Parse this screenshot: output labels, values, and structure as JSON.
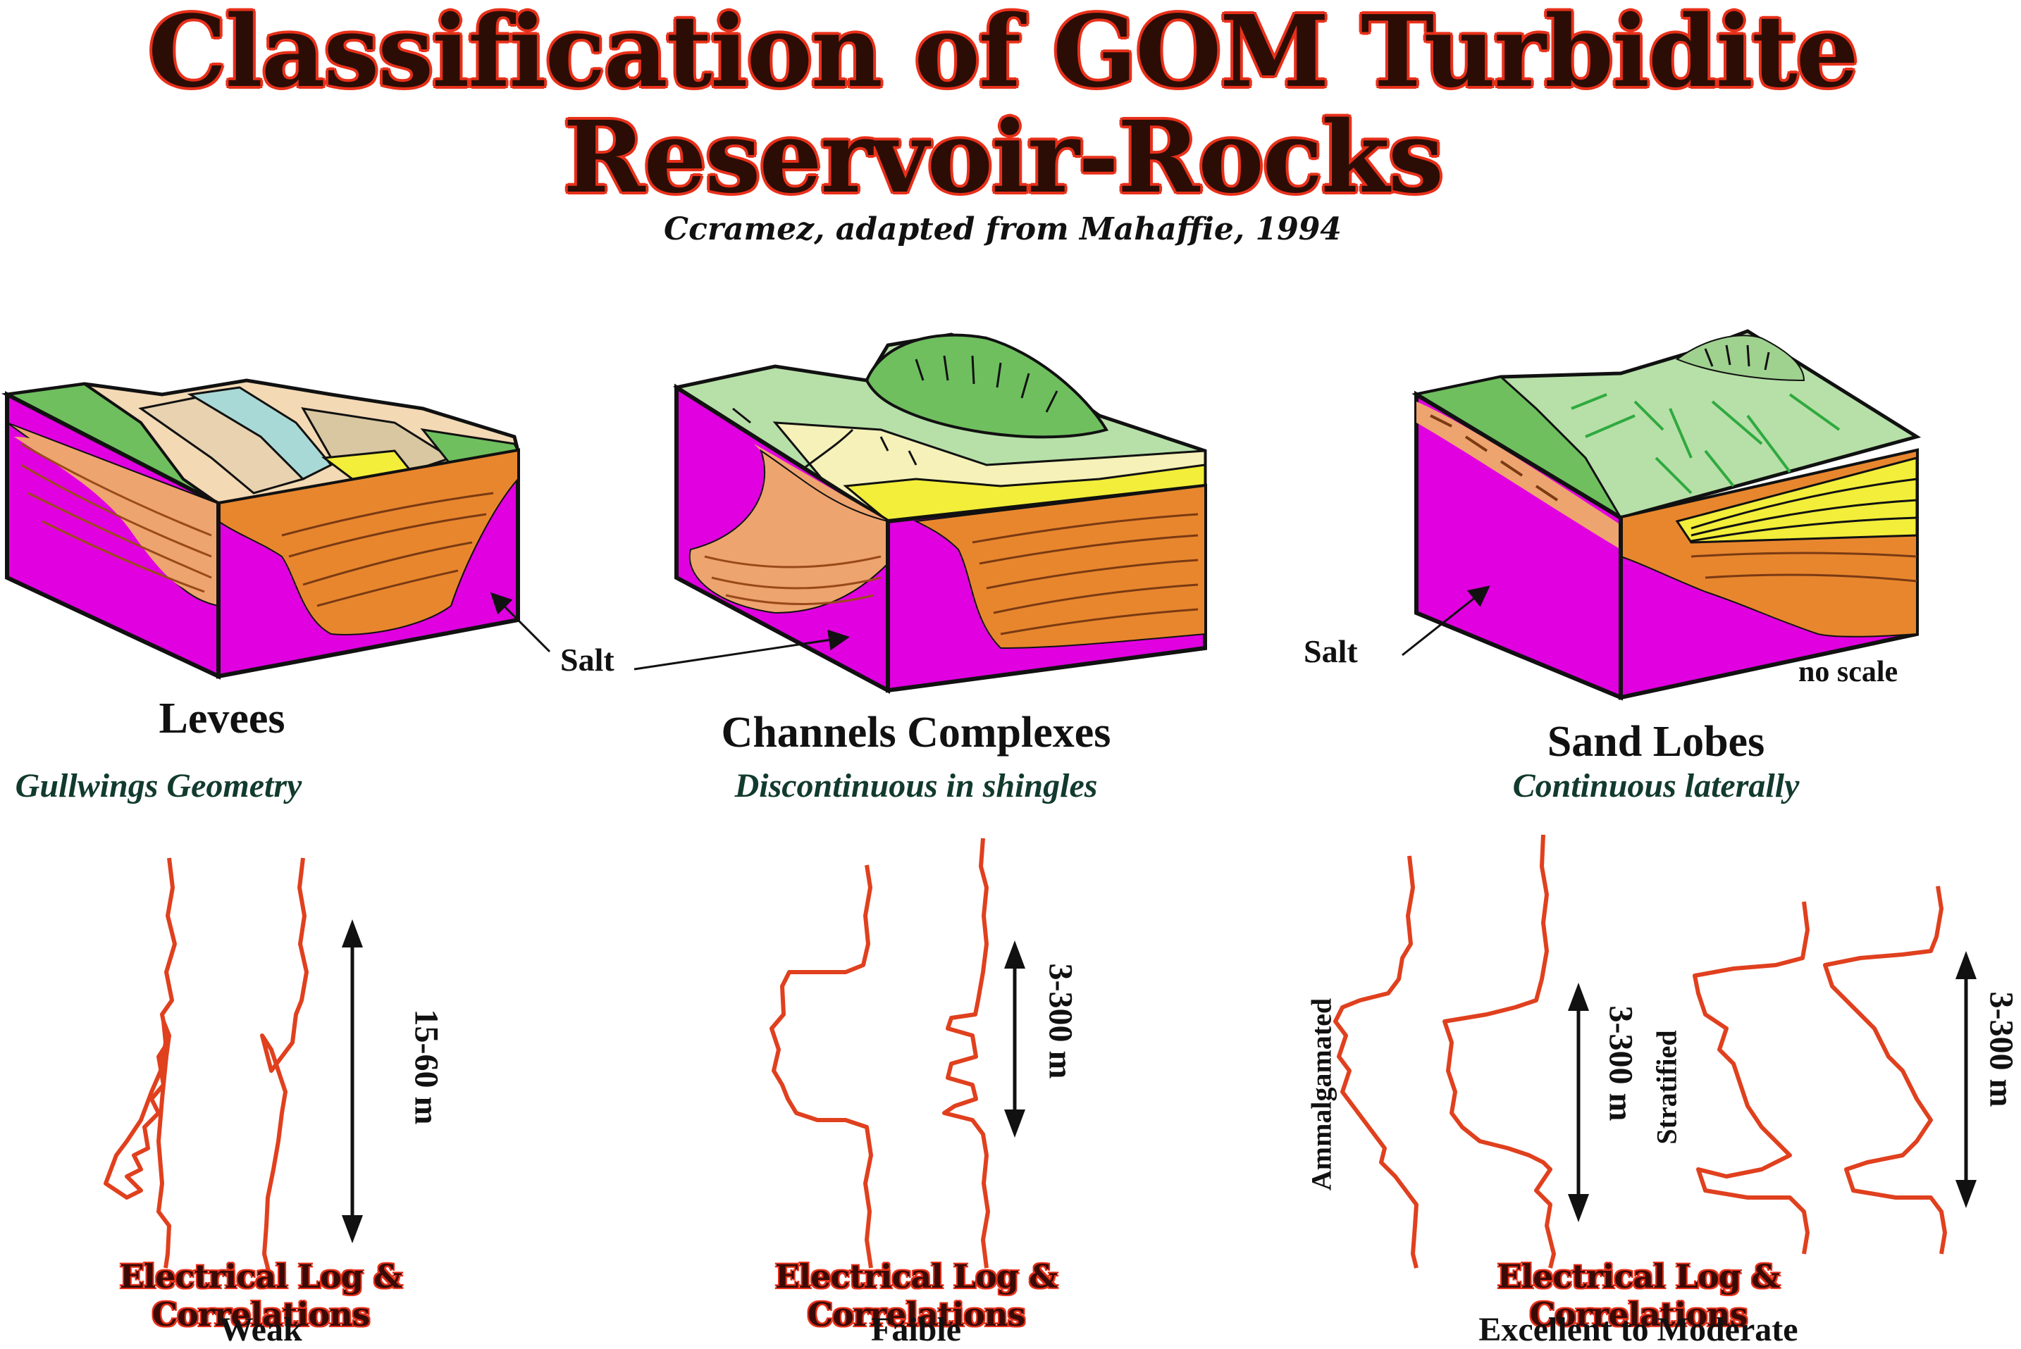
{
  "header": {
    "title_line1": "Classification of GOM Turbidite",
    "title_line2": "Reservoir-Rocks",
    "subtitle": "Ccramez, adapted from  Mahaffie, 1994"
  },
  "labels": {
    "salt_left": "Salt",
    "salt_right": "Salt",
    "no_scale": "no scale"
  },
  "panels": [
    {
      "name": "Levees",
      "description": "Gullwings Geometry",
      "log_title": "Electrical Log & Correlations",
      "quality": "Weak",
      "scale": "15-60 m"
    },
    {
      "name": "Channels Complexes",
      "description": "Discontinuous in  shingles",
      "log_title": "Electrical Log & Correlations",
      "quality": "Faible",
      "scale": "3-300 m"
    },
    {
      "name": "Sand Lobes",
      "description": "Continuous laterally",
      "log_title": "Electrical Log & Correlations",
      "quality": "Excellent to Moderate",
      "scale_a": "3-300 m",
      "scale_b": "3-300 m",
      "label_a": "Ammalgamated",
      "label_b": "Stratified"
    }
  ],
  "colors": {
    "salt": "#e000e0",
    "sediment": "#e8862e",
    "sediment_light": "#eea46e",
    "green_dark": "#6fbf5f",
    "green_light": "#b7e0a8",
    "sand": "#f2ee3a",
    "log": "#e0401e"
  }
}
